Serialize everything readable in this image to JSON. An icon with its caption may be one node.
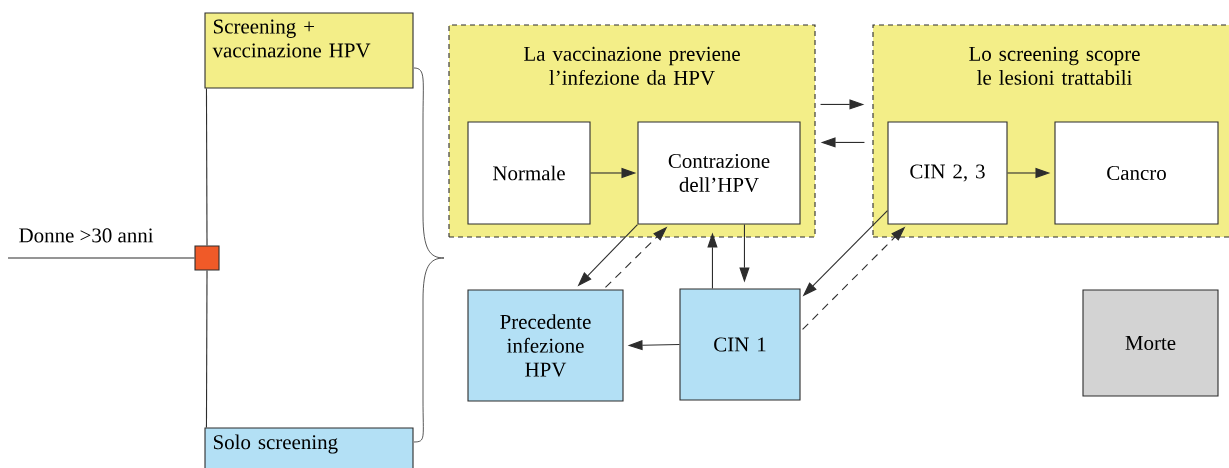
{
  "diagram": {
    "nodes": [
      {
        "text": [],
        "shape": "box"
      },
      {
        "text": [
          "Screening + vaccinazione HPV"
        ]
      },
      {
        "text": [
          "Solo screening"
        ]
      },
      {
        "text": [
          "La vaccinazione previene l’infezione da HPV"
        ]
      },
      {
        "text": [
          "Normale"
        ],
        "in": 3
      },
      {
        "text": [
          "Contrazione dell’HPV"
        ],
        "in": 3
      },
      {
        "text": [
          "Lo screening scopre le lesioni trattabili"
        ]
      },
      {
        "text": [
          "CIN 2, 3"
        ],
        "in": 6
      },
      {
        "text": [
          "Cancro"
        ],
        "in": 6
      },
      {
        "text": [
          "Precedente infezione HPV"
        ]
      },
      {
        "text": [
          "CIN 1"
        ]
      },
      {
        "text": [
          "Morte"
        ]
      }
    ],
    "edges": [
      {
        "from": null,
        "to": 0,
        "arrow": "none"
      },
      {
        "from": 0,
        "to": 1,
        "arrow": "none"
      },
      {
        "from": 0,
        "to": 2,
        "arrow": "none"
      },
      {
        "from": 4,
        "to": 5,
        "arrow": "to"
      },
      {
        "from": 3,
        "to": 6,
        "arrow": "to"
      },
      {
        "from": 6,
        "to": 3,
        "arrow": "to"
      },
      {
        "from": 5,
        "to": 9,
        "arrow": "to"
      },
      {
        "from": 9,
        "to": 5,
        "arrow": "to",
        "style": "dashed"
      },
      {
        "from": 10,
        "to": 5,
        "arrow": "to"
      },
      {
        "from": 5,
        "to": 10,
        "arrow": "to"
      },
      {
        "from": 10,
        "to": 9,
        "arrow": "to"
      },
      {
        "from": 7,
        "to": 10,
        "arrow": "to"
      },
      {
        "from": 10,
        "to": 7,
        "arrow": "to",
        "style": "dashed"
      },
      {
        "from": 7,
        "to": 8,
        "arrow": "to"
      }
    ],
    "labels": [
      "Donne >30 anni"
    ]
  }
}
